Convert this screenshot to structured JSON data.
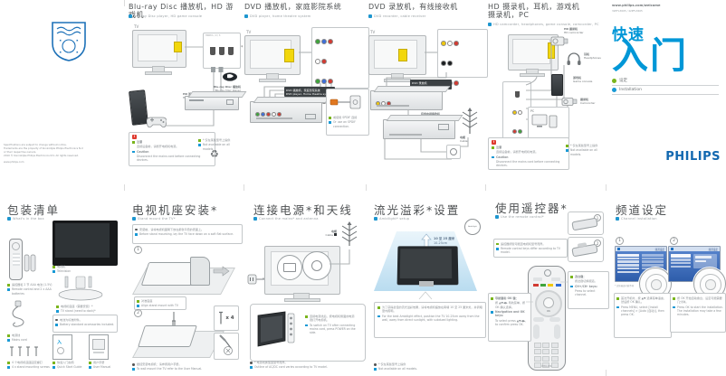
{
  "colors": {
    "philips_blue": "#1268b0",
    "accent_blue": "#0097d7",
    "bullet_green": "#7ab51d",
    "bullet_blue": "#1899d5",
    "highlight_yellow": "#f2d70c",
    "caution_red": "#df3b30"
  },
  "back_cover": {
    "legal": [
      "Specifications are subject to change without notice.",
      "Trademarks are the property of Koninklijke Philips Electronics N.V.",
      "or their respective owners.",
      "2010 © Koninklijke Philips Electronics N.V. All rights reserved.",
      "www.philips.com"
    ]
  },
  "cover": {
    "url": "www.philips.com/welcome",
    "model_line": "32PFL3605 / 42PFL3605",
    "title_line1": "快速",
    "title_line2": "入门",
    "items": [
      {
        "label": "设定"
      },
      {
        "label": "Installation"
      }
    ],
    "brand": "PHILIPS"
  },
  "footnote": {
    "zh": "* 仅在某些型号上提供",
    "en": "Not available on all models."
  },
  "caution": {
    "zh_title": "注意",
    "zh": "连接设备前，请断开电视机电源。",
    "en_title": "Caution",
    "en": "Disconnect the mains cord before connecting devices."
  },
  "panels": {
    "bluray": {
      "title": "Blu-ray Disc 播放机，HD 游戏机",
      "subtitle": "Blu-ray Disc player, HD game console",
      "tv": "TV",
      "inset_label": "HDMI 1 / 2 / 3",
      "asterisk": "*",
      "console_zh": "HD 游戏机",
      "console_en": "HD game console",
      "logo": "Blu-ray Disc",
      "player_zh": "Blu-ray Disc 播放机",
      "player_en": "Blu-ray Disc player"
    },
    "dvd": {
      "title": "DVD 播放机，家庭影院系统",
      "subtitle": "DVD player, home theatre system",
      "tv": "TV",
      "device_zh": "DVD 播放机、家庭影院系统",
      "device_en": "DVD player, Home theatre system",
      "spdif_zh": "或使用 SPDIF 连接",
      "spdif_en": "Or use an SPDIF connection."
    },
    "recorder": {
      "title": "DVD 录放机，有线接收机",
      "subtitle": "DVD recorder, cable receiver",
      "tv": "TV",
      "recorder_zh": "DVD 录放机",
      "recorder_en": "DVD recorder",
      "receiver_zh": "有线电视接收机",
      "receiver_en": "Cable receiver",
      "cable_zh": "电缆",
      "cable_en": "Cable"
    },
    "camcorder": {
      "title1": "HD 摄录机，耳机，游戏机",
      "title2": "摄录机，PC",
      "subtitle": "HD camcorder, headphones, game console, camcorder, PC",
      "hdcam_zh": "HD 摄录机",
      "hdcam_en": "HD camcorder",
      "phones_zh": "耳机",
      "phones_en": "Headphones",
      "console_zh": "游戏机",
      "console_en": "Game console",
      "cam_zh": "摄录机",
      "cam_en": "Camcorder",
      "pc": "PC"
    },
    "box": {
      "title": "包装清单",
      "subtitle": "What's in the box",
      "tv_zh": "电视机",
      "tv_en": "Television",
      "remote_zh": "遥控器和 2 节 AAA 电池 (1.5V)",
      "remote_en": "Remote control and 2 x AAA batteries",
      "stand_zh": "电视机底座（需要安装）*",
      "stand_en": "TV stand (need to dock)*",
      "battery_zh": "电池为标准附件。",
      "battery_en": "Battery standard accessories included.",
      "cord_zh": "电源线",
      "cord_en": "Mains cord",
      "screws_zh": "4 个电视机底座固定螺钉",
      "screws_en": "4 x stand mounting screws",
      "qsg_zh": "快速入门指南",
      "qsg_en": "Quick Start Guide",
      "manual_zh": "用户手册",
      "manual_en": "User Manual"
    },
    "stand": {
      "title": "电视机座安装*",
      "subtitle": "Stand mount the TV*",
      "note_zh": "安装前，请将电视机面朝下放在柔软平稳的表面上。",
      "note_en": "Before stand mounting, lay the TV face down on a soft flat surface.",
      "step1": "1",
      "step2": "2",
      "align_zh": "对准底座",
      "align_en": "Align stand mount with TV",
      "screws": "x 4",
      "bottom_zh": "壁挂安装电视机：请参阅用户手册。",
      "bottom_en": "To wall mount the TV refer to the User Manual."
    },
    "mains": {
      "title": "连接电源*和天线",
      "subtitle": "Connect the mains* and antenna",
      "cable_zh": "电缆",
      "cable_en": "Cable",
      "inset_zh": "连接电源线后，按电视机侧面的电源键打开电视机。",
      "inset_en": "To switch on TV after connecting mains cord, press POWER on the side.",
      "foot_zh": "* 电源线类型因型号而异。",
      "foot_en": "Outline of AC/DC cord varies according to TV model."
    },
    "ambilight": {
      "title": "流光溢彩*设置",
      "subtitle": "Ambilight* setup",
      "badge": "Ambilight",
      "dist_zh": "10 至 25 厘米",
      "dist_en": "10-25cm",
      "note_zh": "为了获得最佳的流光溢彩效果，请将电视机摆放在离墙 10 至 25 厘米处，并调暗室内照明。",
      "note_en": "For the best Ambilight effect, position the TV 10-25cm away from the wall, away from direct sunlight, with subdued lighting."
    },
    "remote": {
      "title": "使用遥控器*",
      "subtitle": "Use the remote control*",
      "step1": "1",
      "step2": "2",
      "note_zh": "遥控器按键可能因电视机型号而异。",
      "note_en": "Remote control keys differ according to TV model.",
      "nav_zh_title": "导航键和 OK 键：",
      "nav_zh": "按 ▲▼◀▶ 导航菜单，按 OK 确认选择。",
      "nav_en_title": "Navigation and OK keys:",
      "nav_en": "To select press ▲▼◀▶, to confirm press OK.",
      "ch_zh_title": "选台键：",
      "ch_zh": "按此键切换频道。",
      "ch_en_title": "CH+/CH- keys:",
      "ch_en": "Press to select channel.",
      "ok": "OK",
      "brand": "PHILIPS"
    },
    "channels": {
      "title": "频道设定",
      "subtitle": "Channel installation",
      "step1": "1",
      "step2": "2",
      "screen_title": "频道设定",
      "screen_foot": "* 实际画面可能不同",
      "note1_zh": "首次开机时，按 ▲▼ 选择菜单语言，然后按 OK 确认。",
      "note1_en": "Press MENU, select [Install channels] > [Auto (自动)], then press OK.",
      "note2_zh": "按 OK 开始自动搜台，设定可能需要几分钟。",
      "note2_en": "Press OK to start the installation. The installation may take a few minutes."
    }
  }
}
